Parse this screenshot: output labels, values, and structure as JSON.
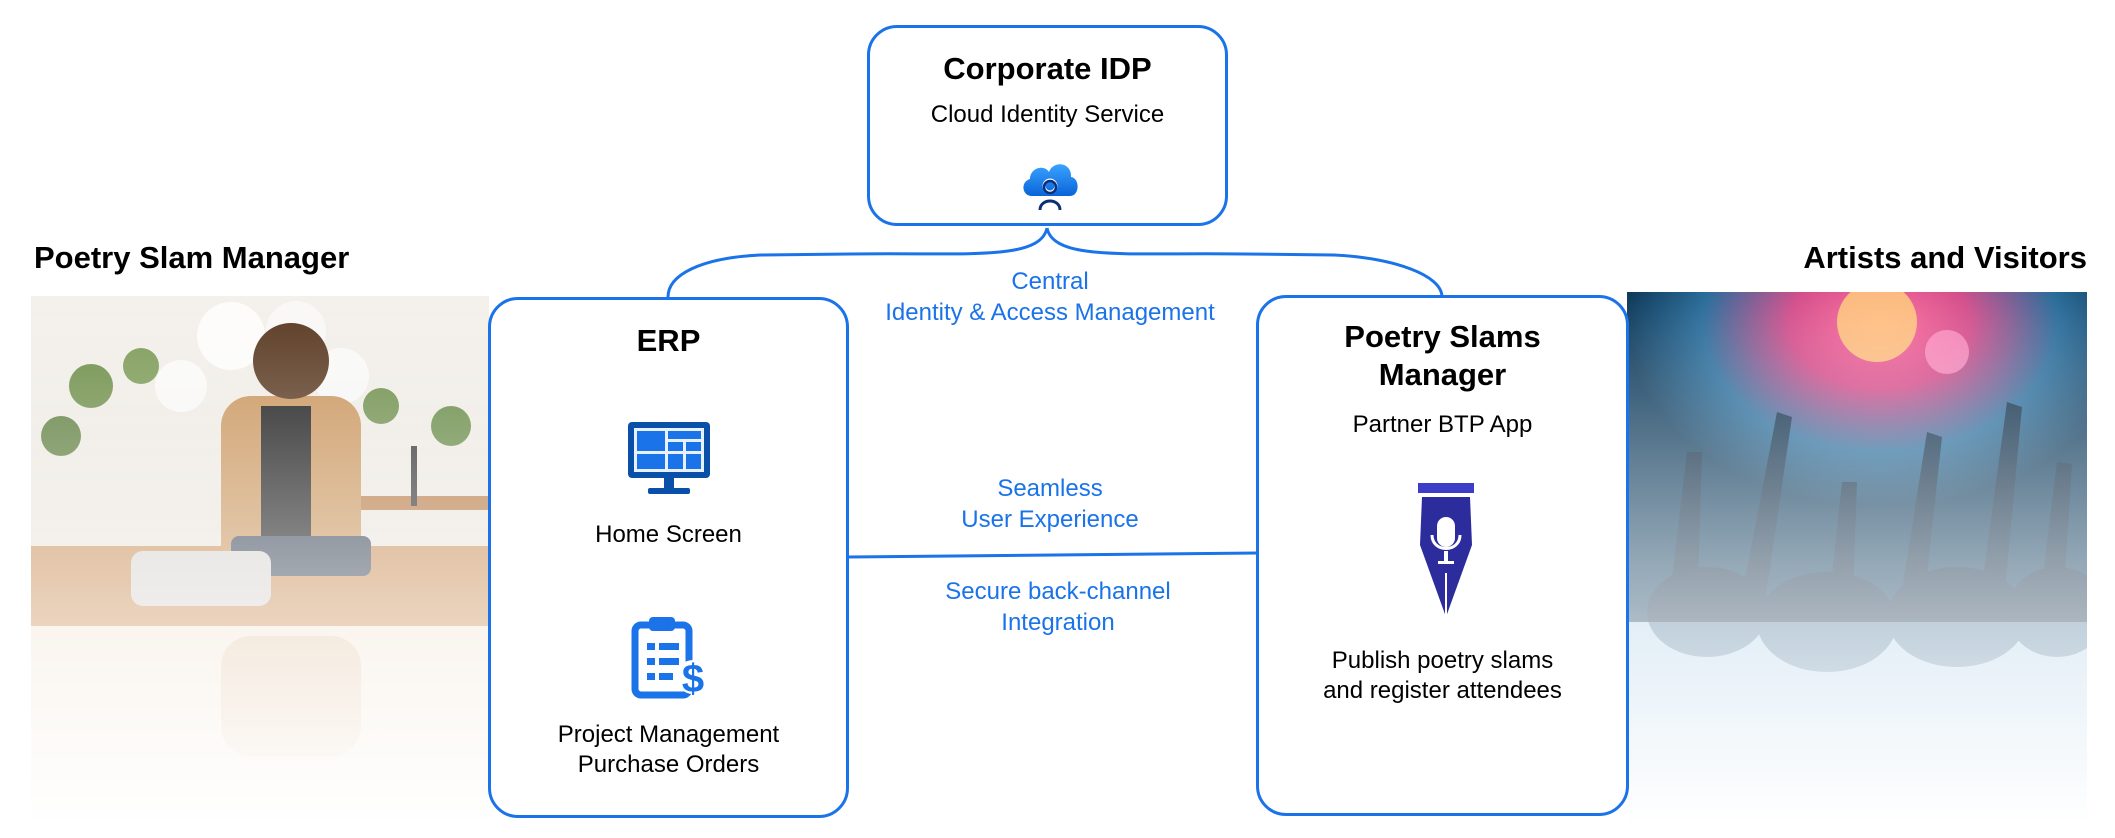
{
  "idp": {
    "title": "Corporate IDP",
    "subtitle": "Cloud Identity Service",
    "icon": "cloud-identity-icon"
  },
  "erp": {
    "title": "ERP",
    "home_icon": "monitor-dashboard-icon",
    "home_label": "Home Screen",
    "project_icon": "clipboard-dollar-icon",
    "project_label_line1": "Project Management",
    "project_label_line2": "Purchase Orders"
  },
  "psm": {
    "title_line1": "Poetry Slams",
    "title_line2": "Manager",
    "subtitle": "Partner BTP App",
    "icon": "pen-nib-microphone-icon",
    "caption_line1": "Publish poetry slams",
    "caption_line2": "and register attendees"
  },
  "connectors": {
    "central_line1": "Central",
    "central_line2": "Identity & Access Management",
    "seamless_line1": "Seamless",
    "seamless_line2": "User Experience",
    "secure_line1": "Secure back-channel",
    "secure_line2": "Integration"
  },
  "left_panel": {
    "title": "Poetry Slam Manager",
    "image": "person-with-laptop-photo"
  },
  "right_panel": {
    "title": "Artists and Visitors",
    "image": "concert-crowd-photo"
  },
  "colors": {
    "accent": "#1a73e8",
    "icon_dark": "#0a4fa8",
    "pen_navy": "#2c2c9c"
  }
}
